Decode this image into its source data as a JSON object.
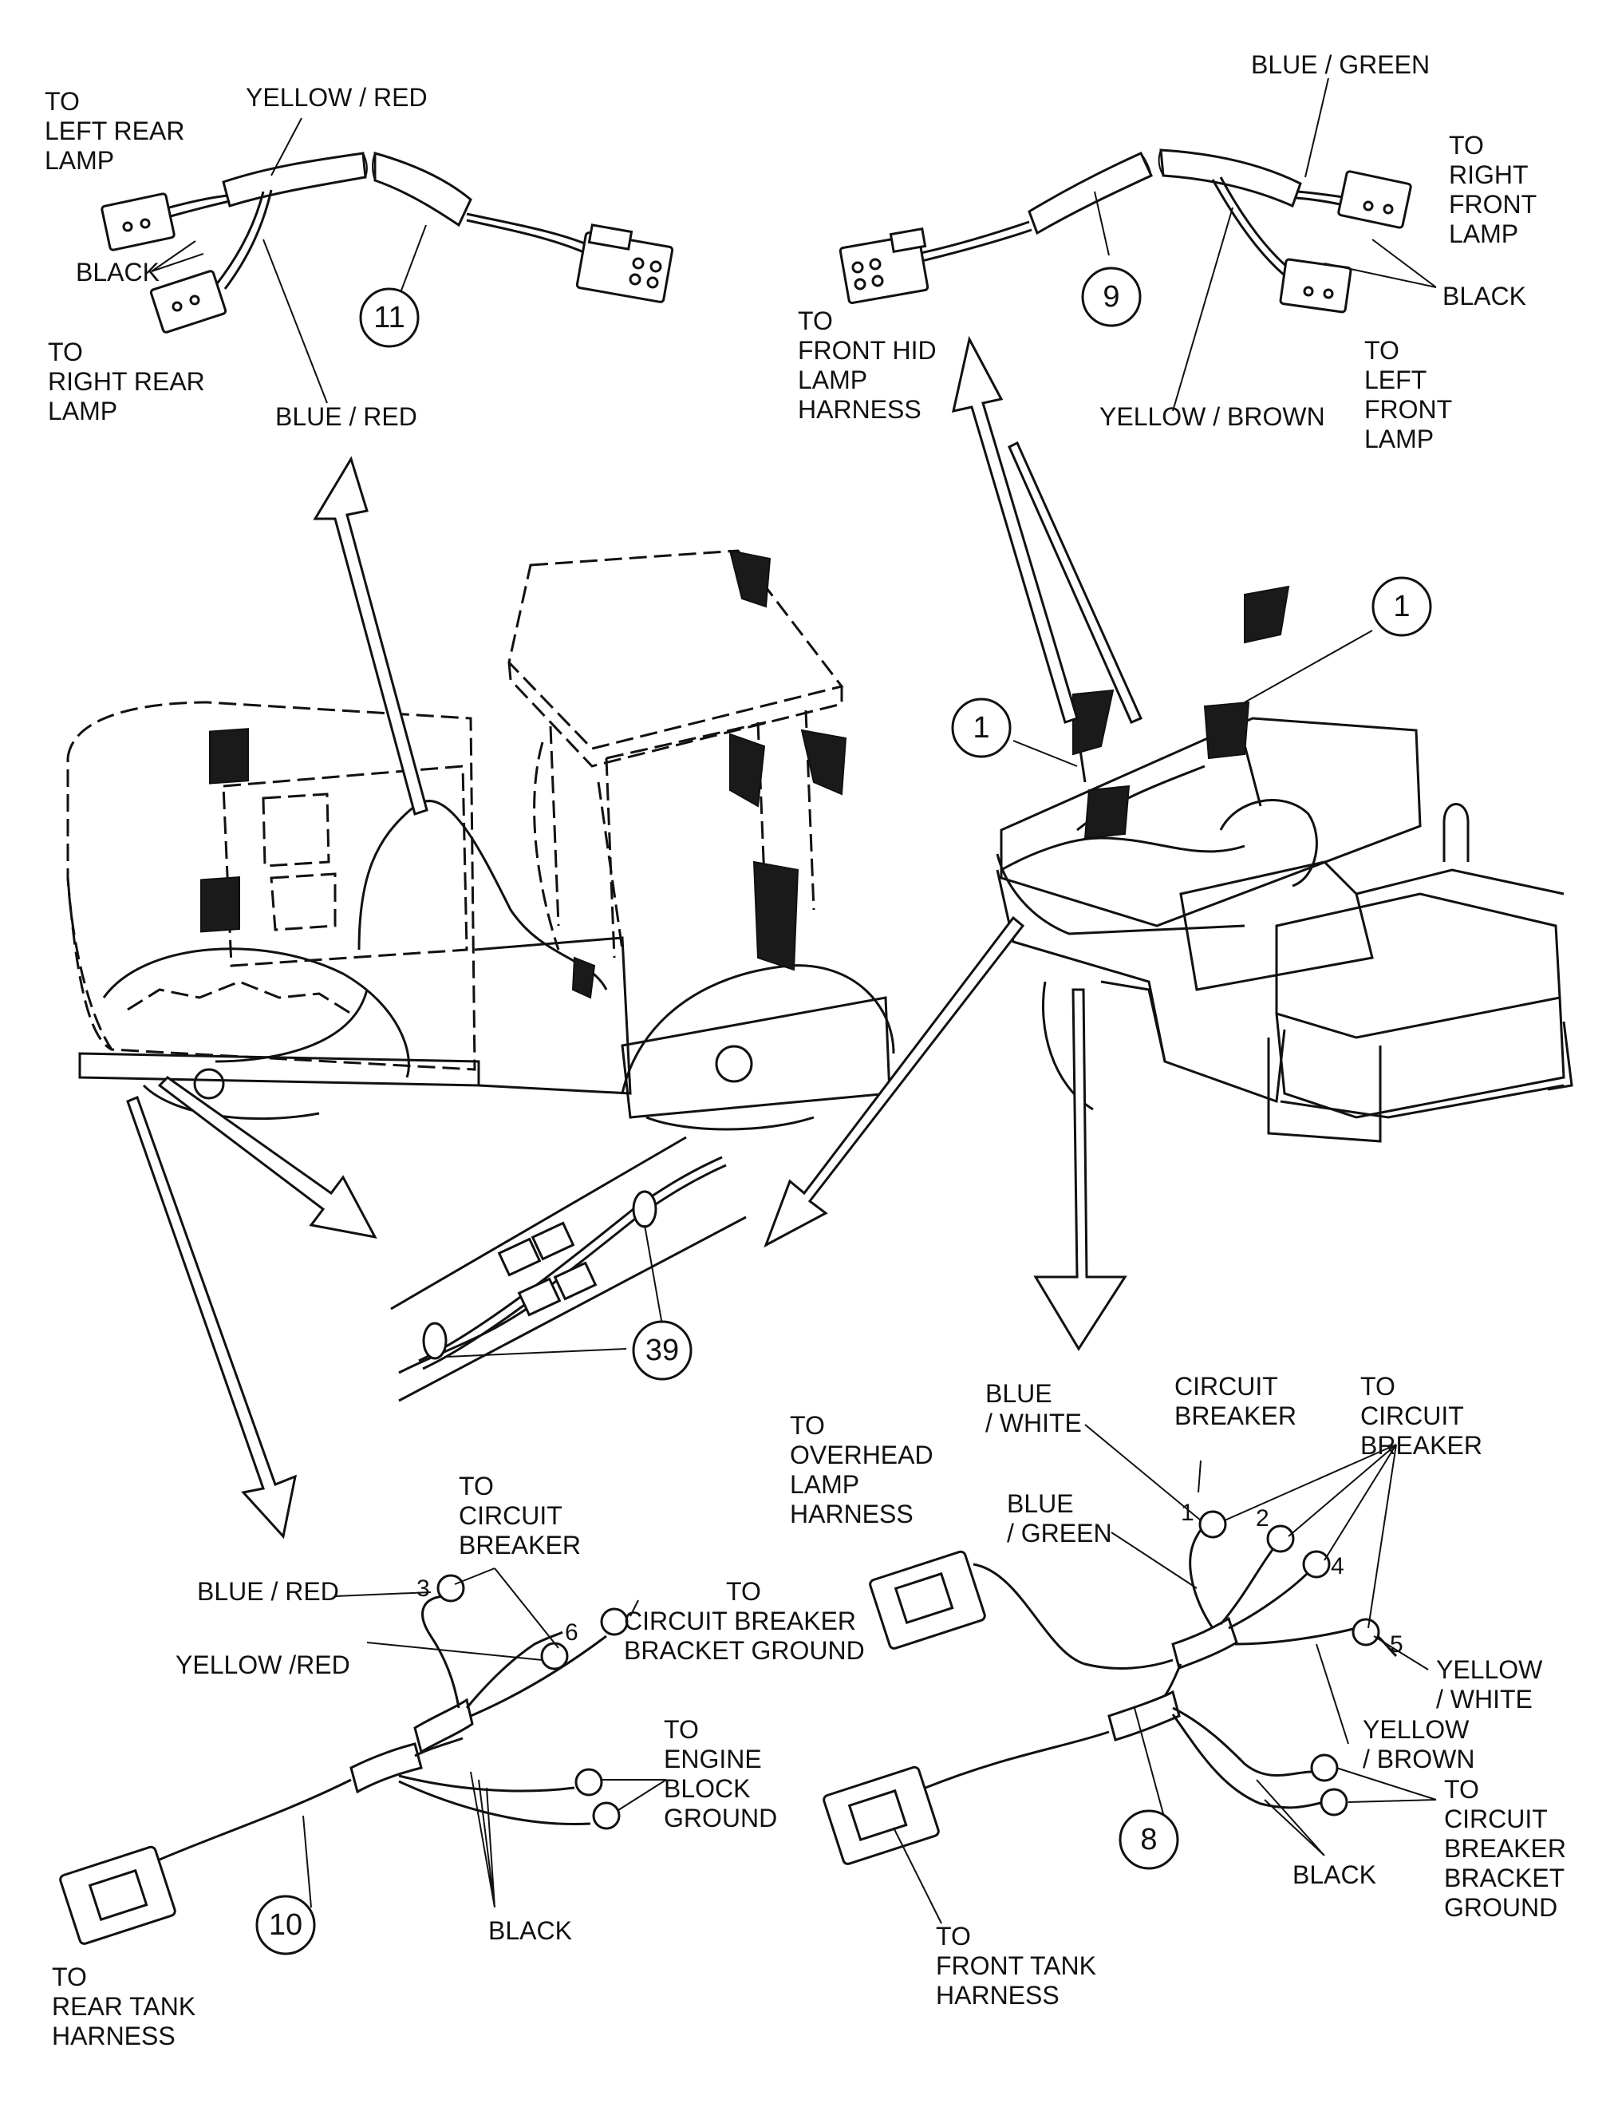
{
  "harness_11": {
    "callout": "11",
    "to_left_rear_lamp": [
      "TO",
      "LEFT REAR",
      "LAMP"
    ],
    "yellow_red": "YELLOW / RED",
    "black": "BLACK",
    "to_right_rear_lamp": [
      "TO",
      "RIGHT REAR",
      "LAMP"
    ],
    "blue_red": "BLUE / RED"
  },
  "harness_9": {
    "callout": "9",
    "blue_green": "BLUE / GREEN",
    "to_right_front_lamp": [
      "TO",
      "RIGHT",
      "FRONT",
      "LAMP"
    ],
    "black": "BLACK",
    "to_front_hid": [
      "TO",
      "FRONT HID",
      "LAMP",
      "HARNESS"
    ],
    "to_left_front_lamp": [
      "TO",
      "LEFT",
      "FRONT",
      "LAMP"
    ],
    "yellow_brown": "YELLOW / BROWN"
  },
  "machine": {
    "callout_1a": "1",
    "callout_1b": "1",
    "callout_39": "39"
  },
  "harness_10": {
    "callout": "10",
    "to_circuit_breaker": [
      "TO",
      "CIRCUIT",
      "BREAKER"
    ],
    "blue_red": "BLUE / RED",
    "terminal_3": "3",
    "terminal_6": "6",
    "yellow_red": "YELLOW /RED",
    "to_cb_bracket_ground": [
      "TO",
      "CIRCUIT BREAKER",
      "BRACKET GROUND"
    ],
    "to_engine_block": [
      "TO",
      "ENGINE",
      "BLOCK",
      "GROUND"
    ],
    "black": "BLACK",
    "to_rear_tank": [
      "TO",
      "REAR TANK",
      "HARNESS"
    ]
  },
  "harness_8": {
    "callout": "8",
    "circuit_breaker": [
      "CIRCUIT",
      "BREAKER"
    ],
    "to_circuit_breaker": [
      "TO",
      "CIRCUIT",
      "BREAKER"
    ],
    "blue_white": [
      "BLUE",
      "/ WHITE"
    ],
    "to_overhead": [
      "TO",
      "OVERHEAD",
      "LAMP",
      "HARNESS"
    ],
    "blue_green": [
      "BLUE",
      "/ GREEN"
    ],
    "terminal_1": "1",
    "terminal_2": "2",
    "terminal_4": "4",
    "terminal_5": "5",
    "yellow_white": [
      "YELLOW",
      "/ WHITE"
    ],
    "yellow_brown": [
      "YELLOW",
      "/ BROWN"
    ],
    "to_cb_bracket_ground": [
      "TO",
      "CIRCUIT",
      "BREAKER",
      "BRACKET",
      "GROUND"
    ],
    "black": "BLACK",
    "to_front_tank": [
      "TO",
      "FRONT TANK",
      "HARNESS"
    ]
  }
}
